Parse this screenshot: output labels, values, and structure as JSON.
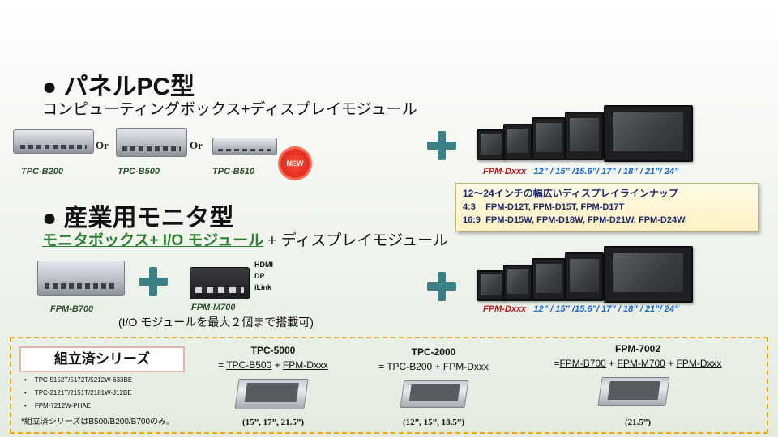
{
  "section1": {
    "heading": "● パネルPC型",
    "subheading": "コンピューティングボックス+ディスプレイモジュール",
    "products": [
      "TPC-B200",
      "TPC-B500",
      "TPC-B510"
    ],
    "or_label": "Or",
    "new_badge": "NEW"
  },
  "section2": {
    "heading": "● 産業用モニタ型",
    "sub_green": "モニタボックス+ I/O モジュール",
    "sub_rest": "+ ディスプレイモジュール",
    "product_left": "FPM-B700",
    "product_right": "FPM-M700",
    "io_ports": [
      "HDMI",
      "DP",
      "iLink"
    ],
    "io_note": "(I/O モジュールを最大２個まで搭載可)"
  },
  "fpm_caption": {
    "model": "FPM-Dxxx",
    "sizes": "12” / 15” /15.6”/ 17” / 18” / 21”/ 24”"
  },
  "lineup": {
    "title": "12～24インチの幅広いディスプレイラインナップ",
    "rows": [
      {
        "ratio": "4:3",
        "models": "FPM-D12T, FPM-D15T, FPM-D17T"
      },
      {
        "ratio": "16:9",
        "models": "FPM-D15W, FPM-D18W, FPM-D21W, FPM-D24W"
      }
    ]
  },
  "assembled": {
    "title": "組立済シリーズ",
    "models": [
      "TPC-5152T/5172T/5212W-633BE",
      "TPC-2121T/2151T/2181W-J12BE",
      "FPM-7212W-PHAE"
    ],
    "footnote": "*組立済シリーズはB500/B200/B700のみ。",
    "combos": [
      {
        "title": "TPC-5000",
        "prefix": "= ",
        "parts": [
          "TPC-B500",
          "FPM-Dxxx"
        ],
        "sizes": "(15”, 17”, 21.5”)"
      },
      {
        "title": "TPC-2000",
        "prefix": "= ",
        "parts": [
          "TPC-B200",
          "FPM-Dxxx"
        ],
        "sizes": "(12”, 15”, 18.5”)"
      },
      {
        "title": "FPM-7002",
        "prefix": "=",
        "parts": [
          "FPM-B700",
          "FPM-M700",
          "FPM-Dxxx"
        ],
        "sizes": "(21.5”)"
      }
    ]
  },
  "colors": {
    "plus": "#3d7f86",
    "accent_green": "#2e7d32",
    "fpm_red": "#c0161a",
    "size_blue": "#1a67c9",
    "dashed_border": "#f0a500"
  }
}
